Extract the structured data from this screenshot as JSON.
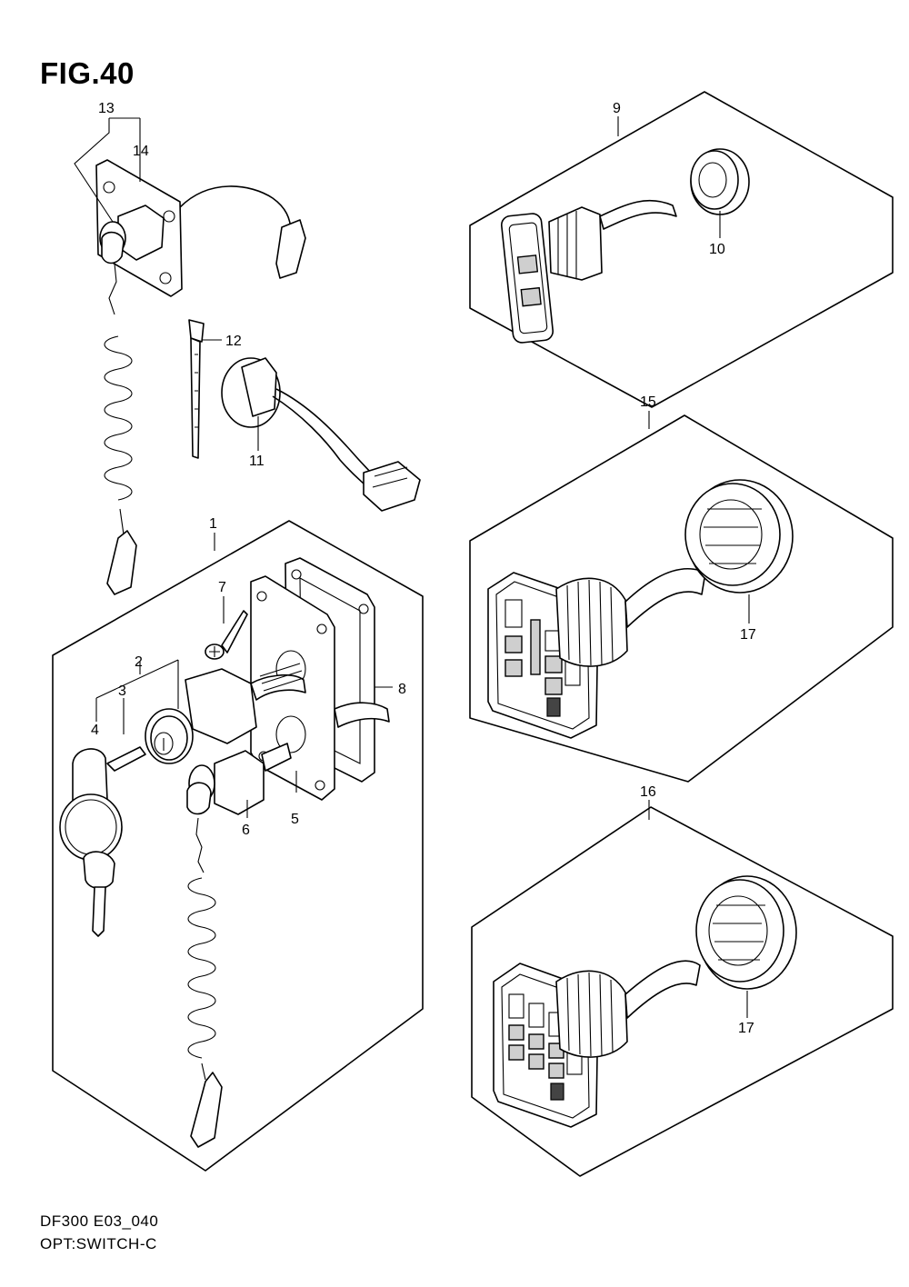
{
  "figure": {
    "title": "FIG.40",
    "code": "DF300 E03_040",
    "name": "OPT:SWITCH-C"
  },
  "part_labels": {
    "p1": "1",
    "p2": "2",
    "p3": "3",
    "p4": "4",
    "p5": "5",
    "p6": "6",
    "p7": "7",
    "p8": "8",
    "p9": "9",
    "p10": "10",
    "p11": "11",
    "p12": "12",
    "p13": "13",
    "p14": "14",
    "p15": "15",
    "p16": "16",
    "p17a": "17",
    "p17b": "17"
  }
}
